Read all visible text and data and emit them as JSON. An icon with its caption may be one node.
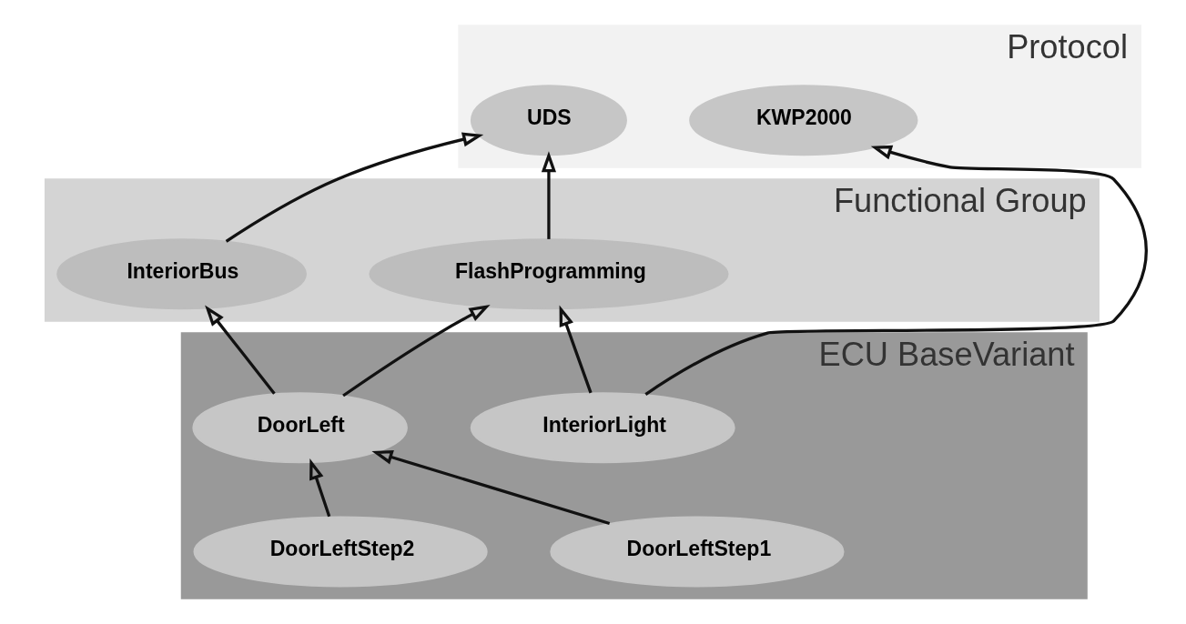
{
  "diagram": {
    "nodes": [
      {
        "text": [
          "Protocol"
        ]
      },
      {
        "text": [
          "UDS"
        ],
        "in": 0
      },
      {
        "text": [
          "KWP2000"
        ],
        "in": 0
      },
      {
        "text": [
          "Functional Group"
        ]
      },
      {
        "text": [
          "InteriorBus"
        ],
        "in": 3
      },
      {
        "text": [
          "FlashProgramming"
        ],
        "in": 3
      },
      {
        "text": [
          "ECU BaseVariant"
        ]
      },
      {
        "text": [
          "DoorLeft"
        ],
        "in": 6
      },
      {
        "text": [
          "InteriorLight"
        ],
        "in": 6
      },
      {
        "text": [
          "DoorLeftStep1"
        ],
        "in": 6
      },
      {
        "text": [
          "DoorLeftStep2"
        ],
        "in": 6
      }
    ],
    "edges": [
      {
        "from": 4,
        "to": 1,
        "arrow": "to"
      },
      {
        "from": 5,
        "to": 1,
        "arrow": "to"
      },
      {
        "from": 7,
        "to": 4,
        "arrow": "to"
      },
      {
        "from": 7,
        "to": 5,
        "arrow": "to"
      },
      {
        "from": 8,
        "to": 5,
        "arrow": "to"
      },
      {
        "from": 8,
        "to": 2,
        "arrow": "to"
      },
      {
        "from": 9,
        "to": 7,
        "arrow": "to"
      },
      {
        "from": 10,
        "to": 7,
        "arrow": "to"
      }
    ]
  }
}
